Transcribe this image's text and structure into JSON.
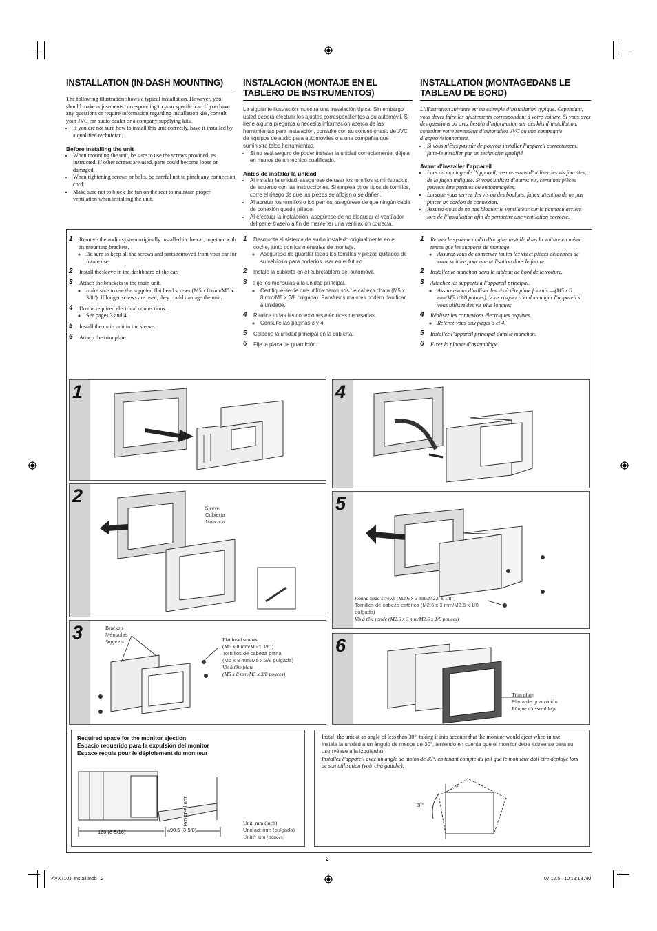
{
  "sections": {
    "en": {
      "title": "INSTALLATION (IN-DASH MOUNTING)",
      "intro": "The following illustration shows a typical installation. However, you should make adjustments corresponding to your specific car. If you have any questions or require information regarding installation kits, consult your JVC car audio dealer or a company supplying kits.",
      "intro_bullet": "If you are not sure how to install this unit correctly, have it installed by a qualified technician.",
      "before_title": "Before installing the unit",
      "before_bullets": [
        "When mounting the unit, be sure to use the screws provided, as instructed. If other screws are used, parts could become loose or damaged.",
        "When tightening screws or bolts, be careful not to pinch any connection cord.",
        "Make sure not to block the fan on the rear to maintain proper ventilation when installing the unit."
      ]
    },
    "es": {
      "title": "INSTALACION (MONTAJE EN EL TABLERO DE INSTRUMENTOS)",
      "intro": "La siguiente ilustración muestra una instalación típica. Sin embargo usted deberá efectuar los ajustes correspondientes a su automóvil. Si tiene alguna pregunta o necesita información acerca de las herramientas para instalación, consulte con su concesionario de JVC de equipos de audio para automóviles o a una compañía que suministra tales herramientas.",
      "intro_bullet": "Si no está seguro de poder instalar la unidad correctamente, déjela en manos de un técnico cualificado.",
      "before_title": "Antes de instalar la unidad",
      "before_bullets": [
        "Al instalar la unidad, asegúrese de usar los tornillos suministrados, de acuerdo con las instrucciones. Si emplea otros tipos de tornillos, corre el riesgo de que las piezas se aflojen o se dañen.",
        "Al apretar los tornillos o los pernos, asegúrese de que ningún cable de conexión quede pillado.",
        "Al efectuar la instalación, asegúrese de no bloquear el ventilador del panel trasero a fin de mantener una ventilación correcta."
      ]
    },
    "fr": {
      "title": "INSTALLATION (MONTAGEDANS LE TABLEAU DE BORD)",
      "intro": "L’illustration suivante est un exemple d’installation typique. Cependant, vous devez faire les ajustements correspondant à votre voiture. Si vous avez des questions ou avez besoin d’information sur des kits d’installation, consulter votre revendeur d’autoradios JVC ou une compagnie d’approvisionnement.",
      "intro_bullet": "Si vous n’êtes pas sûr de pouvoir installer l’appareil correctement, faite-le installer par un technicien qualifié.",
      "before_title": "Avant d’installer l’appareil",
      "before_bullets": [
        "Lors du montage de l’appareil, assurez-vous d’utiliser les vis fournies, de la façon indiquée. Si vous utilisez d’autres vis, certaines pièces peuvent être perdues ou endommagées.",
        "Lorsque vous serrez des vis ou des boulons, faites attention de ne pas pincer un cordon de connexion.",
        "Assurez-vous de ne pas bloquer le ventilateur sur le panneau arrière lors de l’installation afin de permettre une ventilation correcte."
      ]
    }
  },
  "steps": {
    "en": [
      {
        "num": "1",
        "text": "Remove the audio system originally installed in the car, together with its mounting brackets.",
        "bullets": [
          "Be sure to keep all the screws and parts removed from your car for future use."
        ]
      },
      {
        "num": "2",
        "text": "Install thesleeve in the dashboard of the car.",
        "bullets": []
      },
      {
        "num": "3",
        "text": "Attach the brackets to the main unit.",
        "bullets": [
          "make sure to use the supplied flat head screws (M5 x 8 mm/M5 x 3/8”). If longer screws are used, they could damage the unit."
        ]
      },
      {
        "num": "4",
        "text": "Do the required electrical connections.",
        "bullets": [
          "See pages 3 and 4."
        ]
      },
      {
        "num": "5",
        "text": "Install the main unit in the sleeve.",
        "bullets": []
      },
      {
        "num": "6",
        "text": "Attach the trim plate.",
        "bullets": []
      }
    ],
    "es": [
      {
        "num": "1",
        "text": "Desmonte el sistema de audio instalado originalmente en el coche, junto con los ménsulas de montaje.",
        "bullets": [
          "Asegúrese de guardar todos los tornillos y piezas quitados de su vehículo para poderlos usar en el futuro."
        ]
      },
      {
        "num": "2",
        "text": "Instale la cubierta en el cubretablero del automóvil.",
        "bullets": []
      },
      {
        "num": "3",
        "text": "Fije los ménsulas a la unidad principal.",
        "bullets": [
          "Certifique-se de que utiliza parafusos de cabeça chata (M5 x 8 mm/M5 x 3/8 pulgada). Parafusos maiores podem danificar a unidade."
        ]
      },
      {
        "num": "4",
        "text": "Realice todas las conexiones eléctricas necesarias.",
        "bullets": [
          "Consulte las páginas 3 y 4."
        ]
      },
      {
        "num": "5",
        "text": "Coloque la unidad principal en la cubierta.",
        "bullets": []
      },
      {
        "num": "6",
        "text": "Fije la placa de guarnición.",
        "bullets": []
      }
    ],
    "fr": [
      {
        "num": "1",
        "text": "Retirez le système audio d’origine installé dans la voiture en même temps que les supports de montage.",
        "bullets": [
          "Assurez-vous de conserver toutes les vis et pièces détachées de votre voiture pour une utilisation dans le future."
        ]
      },
      {
        "num": "2",
        "text": "Installez le manchon dans le tableau de bord de la voiture.",
        "bullets": []
      },
      {
        "num": "3",
        "text": "Attachez les supports à l’appareil principal.",
        "bullets": [
          "Assurez-vous d’utiliser les vis à tête plate fournis —(M5 x 8 mm/M5 x 3/8 pouces). Vous risquez d’endommager l’appareil si vous utilisez des vis plus longues."
        ]
      },
      {
        "num": "4",
        "text": "Réalisez les connexions électriques requises.",
        "bullets": [
          "Référez-vous aux pages 3 et 4."
        ]
      },
      {
        "num": "5",
        "text": "Installez l’appareil principal dans le manchon.",
        "bullets": []
      },
      {
        "num": "6",
        "text": "Fixez la plaque d’assemblage.",
        "bullets": []
      }
    ]
  },
  "figures": {
    "p1": "1",
    "p2": "2",
    "p3": "3",
    "p4": "4",
    "p5": "5",
    "p6": "6",
    "sleeve": {
      "en": "Sleeve",
      "es": "Cubierta",
      "fr": "Manchon"
    },
    "brackets": {
      "en": "Brackets",
      "es": "Ménsulas",
      "fr": "Supports"
    },
    "flat_screws": {
      "en1": "Flat head screws",
      "en2": "(M5 x 8 mm/M5 x 3/8”)",
      "es1": "Tornillos de cabeza plana",
      "es2": "(M5 x 8 mm/M5 x 3/8 pulgada)",
      "fr1": "Vis à tête plate",
      "fr2": "(M5 x 8 mm/M5 x 3/8 pouces)"
    },
    "round_screws": {
      "en": "Round head screws (M2.6 x 3 mm/M2.6 x 1/8”)",
      "es": "Tornillos de cabeza esférica (M2.6 x 3 mm/M2.6 x 1/8 pulgada)",
      "fr": "Vis à tête ronde (M2.6 x 3 mm/M2.6 x 1/8 pouces)"
    },
    "trim_plate": {
      "en": "Trim plate",
      "es": "Placa de guarnición",
      "fr": "Plaque d’assemblage"
    }
  },
  "space_box": {
    "title_en": "Required space for the monitor ejection",
    "title_es": "Espacio requerido para la expulsión del monitor",
    "title_fr": "Espace requis pour le déploiement du moniteur",
    "dim_depth": "160 (6-5/16)",
    "dim_ext": "90.5 (3-5/8)",
    "dim_height": "100 (3-15/16)",
    "unit_en": "Unit: mm (inch)",
    "unit_es": "Unidad: mm (pulgada)",
    "unit_fr": "Unité: mm (pouces)"
  },
  "angle_box": {
    "en": "Install the unit at an angle of less than 30°, taking it into account that the monitor would eject when in use.",
    "es": "Instale la unidad a un ángulo de menos de 30°, teniendo en cuenta que el monitor debe extraerse para su uso (véase a la izquierda).",
    "fr": "Installez l’appareil avec un angle de moins de 30°, en tenant compte du fait que le moniteur doit être déployé lors de son utilisation (voir ci-à gauche).",
    "angle": "30°"
  },
  "footer": {
    "page": "2",
    "file": "AVX710J_install.indb   2",
    "date": "07.12.5   10:13:18 AM"
  }
}
